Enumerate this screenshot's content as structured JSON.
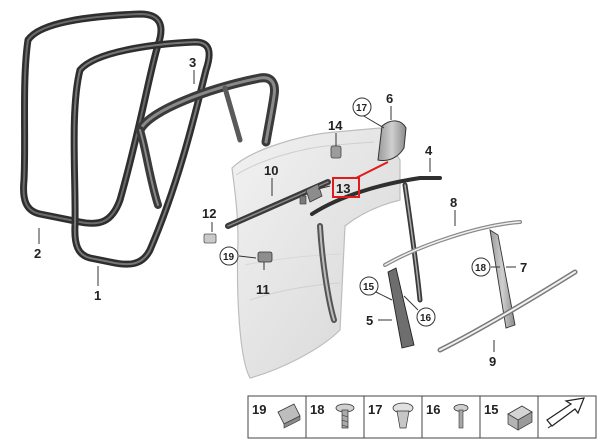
{
  "parts": {
    "p1": "1",
    "p2": "2",
    "p3": "3",
    "p4": "4",
    "p5": "5",
    "p6": "6",
    "p7": "7",
    "p8": "8",
    "p9": "9",
    "p10": "10",
    "p11": "11",
    "p12": "12",
    "p13": "13",
    "p14": "14",
    "p15": "15",
    "p16": "16",
    "p17": "17",
    "p18": "18",
    "p19": "19"
  },
  "legend": {
    "items": [
      "19",
      "18",
      "17",
      "16",
      "15"
    ]
  },
  "colors": {
    "seal": "#3a3a3a",
    "door": "#e6e6e6",
    "highlight": "#e11b1b"
  }
}
